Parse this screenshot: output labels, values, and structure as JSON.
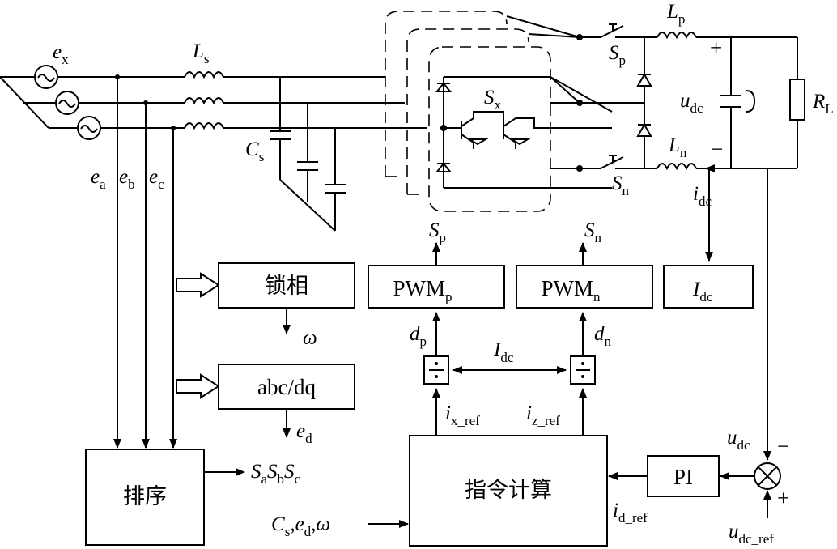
{
  "sources": {
    "ex": "e",
    "ex_sub": "x"
  },
  "inductors": {
    "Ls": "L",
    "Ls_sub": "s",
    "Lp": "L",
    "Lp_sub": "p",
    "Ln": "L",
    "Ln_sub": "n"
  },
  "capacitors": {
    "Cs": "C",
    "Cs_sub": "s"
  },
  "switches": {
    "Sx": "S",
    "Sx_sub": "x",
    "Sp": "S",
    "Sp_sub": "p",
    "Sn": "S",
    "Sn_sub": "n"
  },
  "dc_side": {
    "plus": "+",
    "minus": "−",
    "udc": "u",
    "udc_sub": "dc",
    "RL": "R",
    "RL_sub": "L",
    "idc": "i",
    "idc_sub": "dc"
  },
  "phase_voltages": [
    {
      "main": "e",
      "sub": "a"
    },
    {
      "main": "e",
      "sub": "b"
    },
    {
      "main": "e",
      "sub": "c"
    }
  ],
  "blocks": {
    "pll": "锁相",
    "abcdq": "abc/dq",
    "sort": "排序",
    "cmd": "指令计算",
    "pi": "PI",
    "pwmp": "PWM",
    "pwmp_sub": "p",
    "pwmn": "PWM",
    "pwmn_sub": "n",
    "idc_box": "I",
    "idc_box_sub": "dc"
  },
  "signals": {
    "omega": "ω",
    "ed": "e",
    "ed_sub": "d",
    "Sp_out": "S",
    "Sp_out_sub": "p",
    "Sn_out": "S",
    "Sn_out_sub": "n",
    "dp": "d",
    "dp_sub": "p",
    "dn": "d",
    "dn_sub": "n",
    "Idc_mid": "I",
    "Idc_mid_sub": "dc",
    "ix_ref": "i",
    "ix_ref_sub": "x_ref",
    "iz_ref": "i",
    "iz_ref_sub": "z_ref",
    "id_ref": "i",
    "id_ref_sub": "d_ref",
    "udc_fb": "u",
    "udc_fb_sub": "dc",
    "udc_ref": "u",
    "udc_ref_sub": "dc_ref",
    "sum_minus": "−",
    "sum_plus": "+",
    "sort_out": [
      "S",
      "a",
      "S",
      "b",
      "S",
      "c"
    ],
    "cmd_in": [
      "C",
      "s",
      ",e",
      "d",
      ",ω"
    ]
  }
}
